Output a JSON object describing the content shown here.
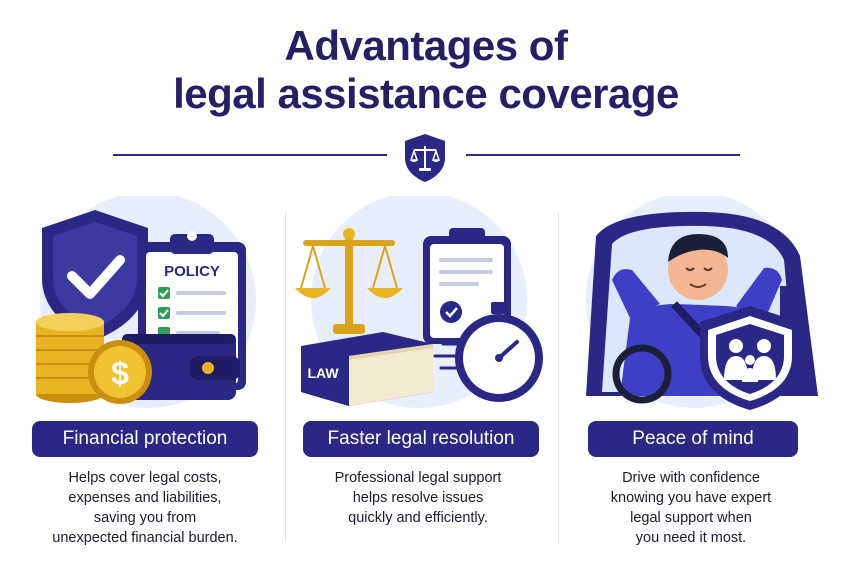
{
  "title": {
    "line1": "Advantages of",
    "line2": "legal assistance coverage"
  },
  "colors": {
    "navy": "#2b2784",
    "title": "#251f63",
    "gold": "#e9b423",
    "light_blue": "#e8eefb"
  },
  "icons": {
    "header": "scales-shield-icon",
    "col1": [
      "shield-check-icon",
      "policy-clipboard-icon",
      "coins-icon",
      "wallet-icon",
      "dollar-coin-icon"
    ],
    "col2": [
      "scales-icon",
      "law-book-icon",
      "checklist-clipboard-icon",
      "stopwatch-icon"
    ],
    "col3": [
      "car-icon",
      "relaxed-driver-icon",
      "family-shield-icon"
    ]
  },
  "columns": [
    {
      "heading": "Financial protection",
      "badge": "POLICY",
      "desc": [
        "Helps cover legal costs,",
        "expenses and liabilities,",
        "saving you from",
        "unexpected financial burden."
      ]
    },
    {
      "heading": "Faster legal resolution",
      "badge": "LAW",
      "desc": [
        "Professional legal support",
        "helps resolve issues",
        "quickly and efficiently."
      ]
    },
    {
      "heading": "Peace of mind",
      "desc": [
        "Drive with confidence",
        "knowing you have expert",
        "legal support when",
        "you need it most."
      ]
    }
  ]
}
